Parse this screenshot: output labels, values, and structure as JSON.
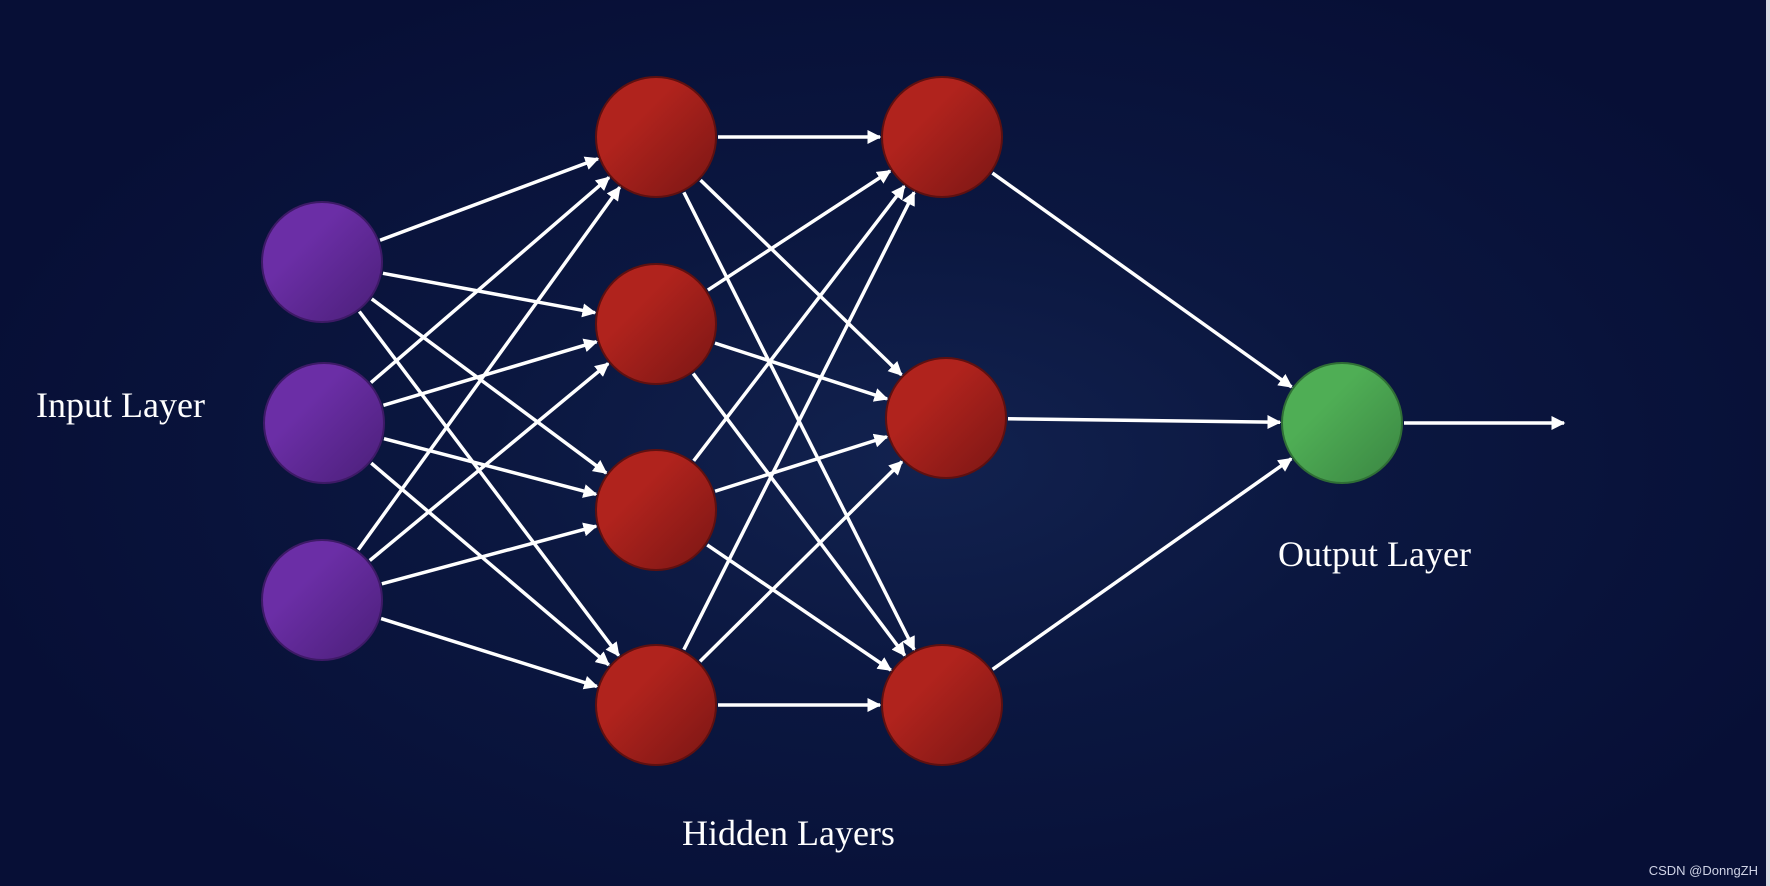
{
  "labels": {
    "input": "Input Layer",
    "hidden": "Hidden Layers",
    "output": "Output Layer"
  },
  "watermark": "CSDN @DonngZH",
  "layers": [
    {
      "name": "input",
      "count": 3,
      "color": "#6b2ea6"
    },
    {
      "name": "hidden-1",
      "count": 4,
      "color": "#b0231d"
    },
    {
      "name": "hidden-2",
      "count": 3,
      "color": "#b0231d"
    },
    {
      "name": "output",
      "count": 1,
      "color": "#4fae55"
    }
  ],
  "connections": [
    {
      "from": "input",
      "to": "hidden-1",
      "type": "all"
    },
    {
      "from": "hidden-1",
      "to": "hidden-2",
      "type": "all"
    },
    {
      "from": "hidden-2",
      "to": "output",
      "type": "all"
    }
  ],
  "output_arrow": true,
  "colors": {
    "background": "#070f36",
    "edge": "#ffffff",
    "input_node": "#6b2ea6",
    "hidden_node": "#b0231d",
    "output_node": "#4fae55"
  }
}
